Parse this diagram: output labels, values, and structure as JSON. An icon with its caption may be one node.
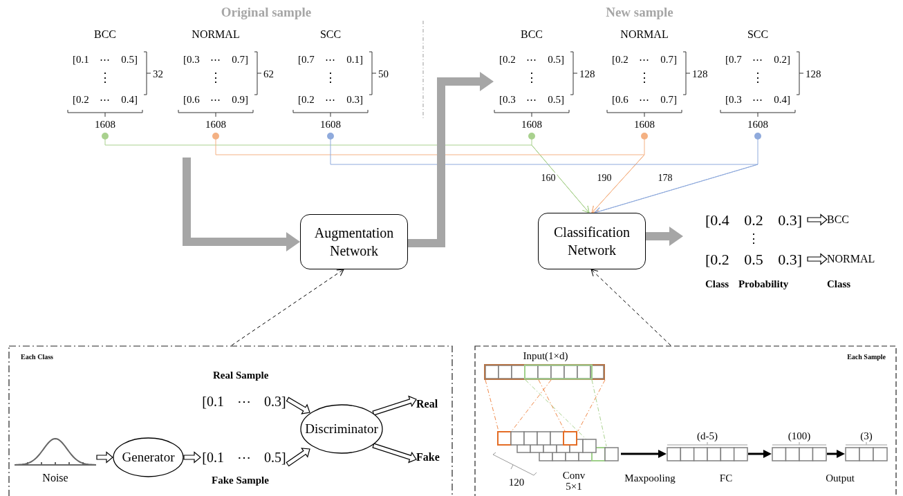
{
  "diagram": {
    "nodes": [
      {
        "text": [
          "BCC",
          "[0.1 ⋯ 0.5]",
          "⋮",
          "[0.2 ⋯ 0.4]",
          "1608"
        ],
        "beside": [
          "32"
        ]
      },
      {
        "text": [
          "NORMAL",
          "[0.3 ⋯ 0.7]",
          "⋮",
          "[0.6 ⋯ 0.9]",
          "1608"
        ],
        "beside": [
          "62"
        ]
      },
      {
        "text": [
          "SCC",
          "[0.7 ⋯ 0.1]",
          "⋮",
          "[0.2 ⋯ 0.3]",
          "1608"
        ],
        "beside": [
          "50"
        ]
      },
      {
        "text": [
          "BCC",
          "[0.2 ⋯ 0.5]",
          "⋮",
          "[0.3 ⋯ 0.5]",
          "1608"
        ],
        "beside": [
          "128"
        ]
      },
      {
        "text": [
          "NORMAL",
          "[0.2 ⋯ 0.7]",
          "⋮",
          "[0.6 ⋯ 0.7]",
          "1608"
        ],
        "beside": [
          "128"
        ]
      },
      {
        "text": [
          "SCC",
          "[0.7 ⋯ 0.2]",
          "⋮",
          "[0.3 ⋯ 0.4]",
          "1608"
        ],
        "beside": [
          "128"
        ]
      },
      {
        "text": [
          "Augmentation Network"
        ]
      },
      {
        "text": [
          "Classification Network"
        ]
      },
      {
        "text": [
          "[0.4 0.2 0.3]"
        ]
      },
      {
        "text": [
          "[0.2 0.5 0.3]"
        ]
      },
      {
        "text": [
          "BCC"
        ]
      },
      {
        "text": [
          "NORMAL"
        ]
      },
      {
        "text": [
          "Each Class"
        ]
      },
      {
        "text": [
          "Noise"
        ],
        "in": 12
      },
      {
        "text": [
          "Generator"
        ],
        "in": 12
      },
      {
        "text": [
          "[0.1 ⋯ 0.3]"
        ],
        "beside": [
          "Real Sample"
        ],
        "in": 12
      },
      {
        "text": [
          "[0.1 ⋯ 0.5]"
        ],
        "beside": [
          "Fake Sample"
        ],
        "in": 12
      },
      {
        "text": [
          "Discriminator"
        ],
        "in": 12
      },
      {
        "text": [
          "Real"
        ],
        "in": 12
      },
      {
        "text": [
          "Fake"
        ],
        "in": 12
      },
      {
        "text": [
          "Each Sample"
        ]
      },
      {
        "text": [
          "Input(1×d)"
        ],
        "in": 20
      },
      {
        "text": [
          "Conv 5×1"
        ],
        "in": 20
      },
      {
        "text": [
          "(d-5)"
        ],
        "in": 20
      },
      {
        "text": [
          "(100)"
        ],
        "in": 20
      },
      {
        "text": [
          "(3)"
        ],
        "in": 20
      }
    ],
    "edges": [
      {
        "from": 0,
        "to": 7,
        "arrow": "to",
        "color": "#a9d18e"
      },
      {
        "from": 3,
        "to": 7,
        "arrow": "to",
        "color": "#a9d18e",
        "label": "160"
      },
      {
        "from": 1,
        "to": 7,
        "arrow": "to",
        "color": "#f4b183"
      },
      {
        "from": 4,
        "to": 7,
        "arrow": "to",
        "color": "#f4b183",
        "label": "190"
      },
      {
        "from": 2,
        "to": 7,
        "arrow": "to",
        "color": "#8faadc"
      },
      {
        "from": 5,
        "to": 7,
        "arrow": "to",
        "color": "#8faadc",
        "label": "178"
      },
      {
        "from": null,
        "to": 6,
        "arrow": "to",
        "style": "thick",
        "color": "#a6a6a6"
      },
      {
        "from": 6,
        "to": 3,
        "arrow": "to",
        "style": "thick",
        "color": "#a6a6a6"
      },
      {
        "from": 7,
        "to": null,
        "arrow": "to",
        "style": "thick",
        "color": "#a6a6a6"
      },
      {
        "from": 8,
        "to": 10,
        "arrow": "to"
      },
      {
        "from": 9,
        "to": 11,
        "arrow": "to"
      },
      {
        "from": 12,
        "to": 6,
        "arrow": "to",
        "style": "dashed"
      },
      {
        "from": 20,
        "to": 7,
        "arrow": "to",
        "style": "dashed"
      },
      {
        "from": 13,
        "to": 14,
        "arrow": "to"
      },
      {
        "from": 14,
        "to": 16,
        "arrow": "to"
      },
      {
        "from": 15,
        "to": 17,
        "arrow": "to"
      },
      {
        "from": 16,
        "to": 17,
        "arrow": "to"
      },
      {
        "from": 17,
        "to": 18,
        "arrow": "to"
      },
      {
        "from": 17,
        "to": 19,
        "arrow": "to"
      },
      {
        "from": 21,
        "to": 22,
        "arrow": "none",
        "style": "dashed",
        "color": "#f08a4b"
      },
      {
        "from": 21,
        "to": 22,
        "arrow": "none",
        "style": "dashed",
        "color": "#a9d18e"
      },
      {
        "from": 22,
        "to": 23,
        "arrow": "to",
        "style": "thick"
      },
      {
        "from": 23,
        "to": 24,
        "arrow": "to",
        "style": "thick"
      },
      {
        "from": 24,
        "to": 25,
        "arrow": "to",
        "style": "thick"
      }
    ],
    "labels": [
      "Original sample",
      "New sample",
      "⋮",
      "Class Probability",
      "Class",
      "120",
      "Maxpooling",
      "FC",
      "Output"
    ]
  }
}
